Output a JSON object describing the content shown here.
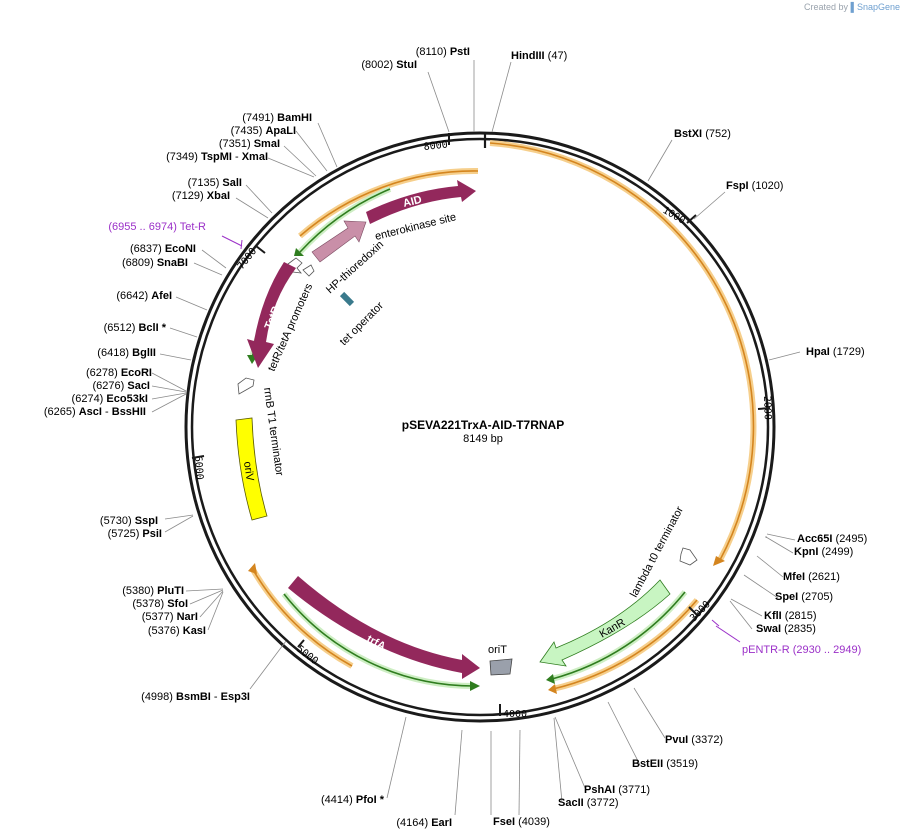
{
  "credit": {
    "prefix": "Created by",
    "brand": "SnapGene"
  },
  "plasmid": {
    "name": "pSEVA221TrxA-AID-T7RNAP",
    "size_label": "8149 bp"
  },
  "ticks": [
    "1000",
    "2000",
    "3000",
    "4000",
    "5000",
    "6000",
    "7000",
    "8000"
  ],
  "left_labels": [
    {
      "pos": "(8002)",
      "name": "StuI"
    },
    {
      "pos": "(8110)",
      "name": "PstI"
    },
    {
      "pos": "(7491)",
      "name": "BamHI"
    },
    {
      "pos": "(7435)",
      "name": "ApaLI"
    },
    {
      "pos": "(7351)",
      "name": "SmaI"
    },
    {
      "pos": "(7349)",
      "name": "TspMI",
      "extra": "XmaI"
    },
    {
      "pos": "(7135)",
      "name": "SalI"
    },
    {
      "pos": "(7129)",
      "name": "XbaI"
    },
    {
      "pos": "(6955 .. 6974)",
      "name": "Tet-R",
      "primer": true
    },
    {
      "pos": "(6837)",
      "name": "EcoNI"
    },
    {
      "pos": "(6809)",
      "name": "SnaBI"
    },
    {
      "pos": "(6642)",
      "name": "AfeI"
    },
    {
      "pos": "(6512)",
      "name": "BclI *"
    },
    {
      "pos": "(6418)",
      "name": "BglII"
    },
    {
      "pos": "(6278)",
      "name": "EcoRI"
    },
    {
      "pos": "(6276)",
      "name": "SacI"
    },
    {
      "pos": "(6274)",
      "name": "Eco53kI"
    },
    {
      "pos": "(6265)",
      "name": "AscI",
      "extra": "BssHII"
    },
    {
      "pos": "(5730)",
      "name": "SspI"
    },
    {
      "pos": "(5725)",
      "name": "PsiI"
    },
    {
      "pos": "(5380)",
      "name": "PluTI"
    },
    {
      "pos": "(5378)",
      "name": "SfoI"
    },
    {
      "pos": "(5377)",
      "name": "NarI"
    },
    {
      "pos": "(5376)",
      "name": "KasI"
    },
    {
      "pos": "(4998)",
      "name": "BsmBI",
      "extra": "Esp3I"
    },
    {
      "pos": "(4414)",
      "name": "PfoI *"
    },
    {
      "pos": "(4164)",
      "name": "EarI"
    }
  ],
  "right_labels": [
    {
      "name": "HindIII",
      "pos": "(47)"
    },
    {
      "name": "BstXI",
      "pos": "(752)"
    },
    {
      "name": "FspI",
      "pos": "(1020)"
    },
    {
      "name": "HpaI",
      "pos": "(1729)"
    },
    {
      "name": "Acc65I",
      "pos": "(2495)"
    },
    {
      "name": "KpnI",
      "pos": "(2499)"
    },
    {
      "name": "MfeI",
      "pos": "(2621)"
    },
    {
      "name": "SpeI",
      "pos": "(2705)"
    },
    {
      "name": "KflI",
      "pos": "(2815)"
    },
    {
      "name": "SwaI",
      "pos": "(2835)"
    },
    {
      "name": "pENTR-R",
      "pos": "(2930 .. 2949)",
      "primer": true
    },
    {
      "name": "PvuI",
      "pos": "(3372)"
    },
    {
      "name": "BstEII",
      "pos": "(3519)"
    },
    {
      "name": "PshAI",
      "pos": "(3771)"
    },
    {
      "name": "SacII",
      "pos": "(3772)"
    },
    {
      "name": "FseI",
      "pos": "(4039)"
    }
  ],
  "features": {
    "AID": "AID",
    "TetR": "TetR",
    "oriV": "oriV",
    "trfA": "trfA",
    "KanR": "KanR",
    "oriT": "oriT",
    "enterokinase": "enterokinase site",
    "hp_thioredoxin": "HP-thioredoxin",
    "tet_promoters": "tetR/tetA promoters",
    "tet_operator": "tet operator",
    "rrnb": "rrnB T1 terminator",
    "lambda": "lambda t0 terminator"
  },
  "colors": {
    "ring": "#1a1a1a",
    "feature_magenta": "#93285c",
    "feature_pink": "#c98fa8",
    "oriV_yellow": "#ffff00",
    "kanr_green": "#c8f5c2",
    "orit_gray": "#9aa0ab",
    "orange_arc": "#f0a848",
    "green_arc": "#55a83a",
    "primer_purple": "#9b30c8"
  }
}
